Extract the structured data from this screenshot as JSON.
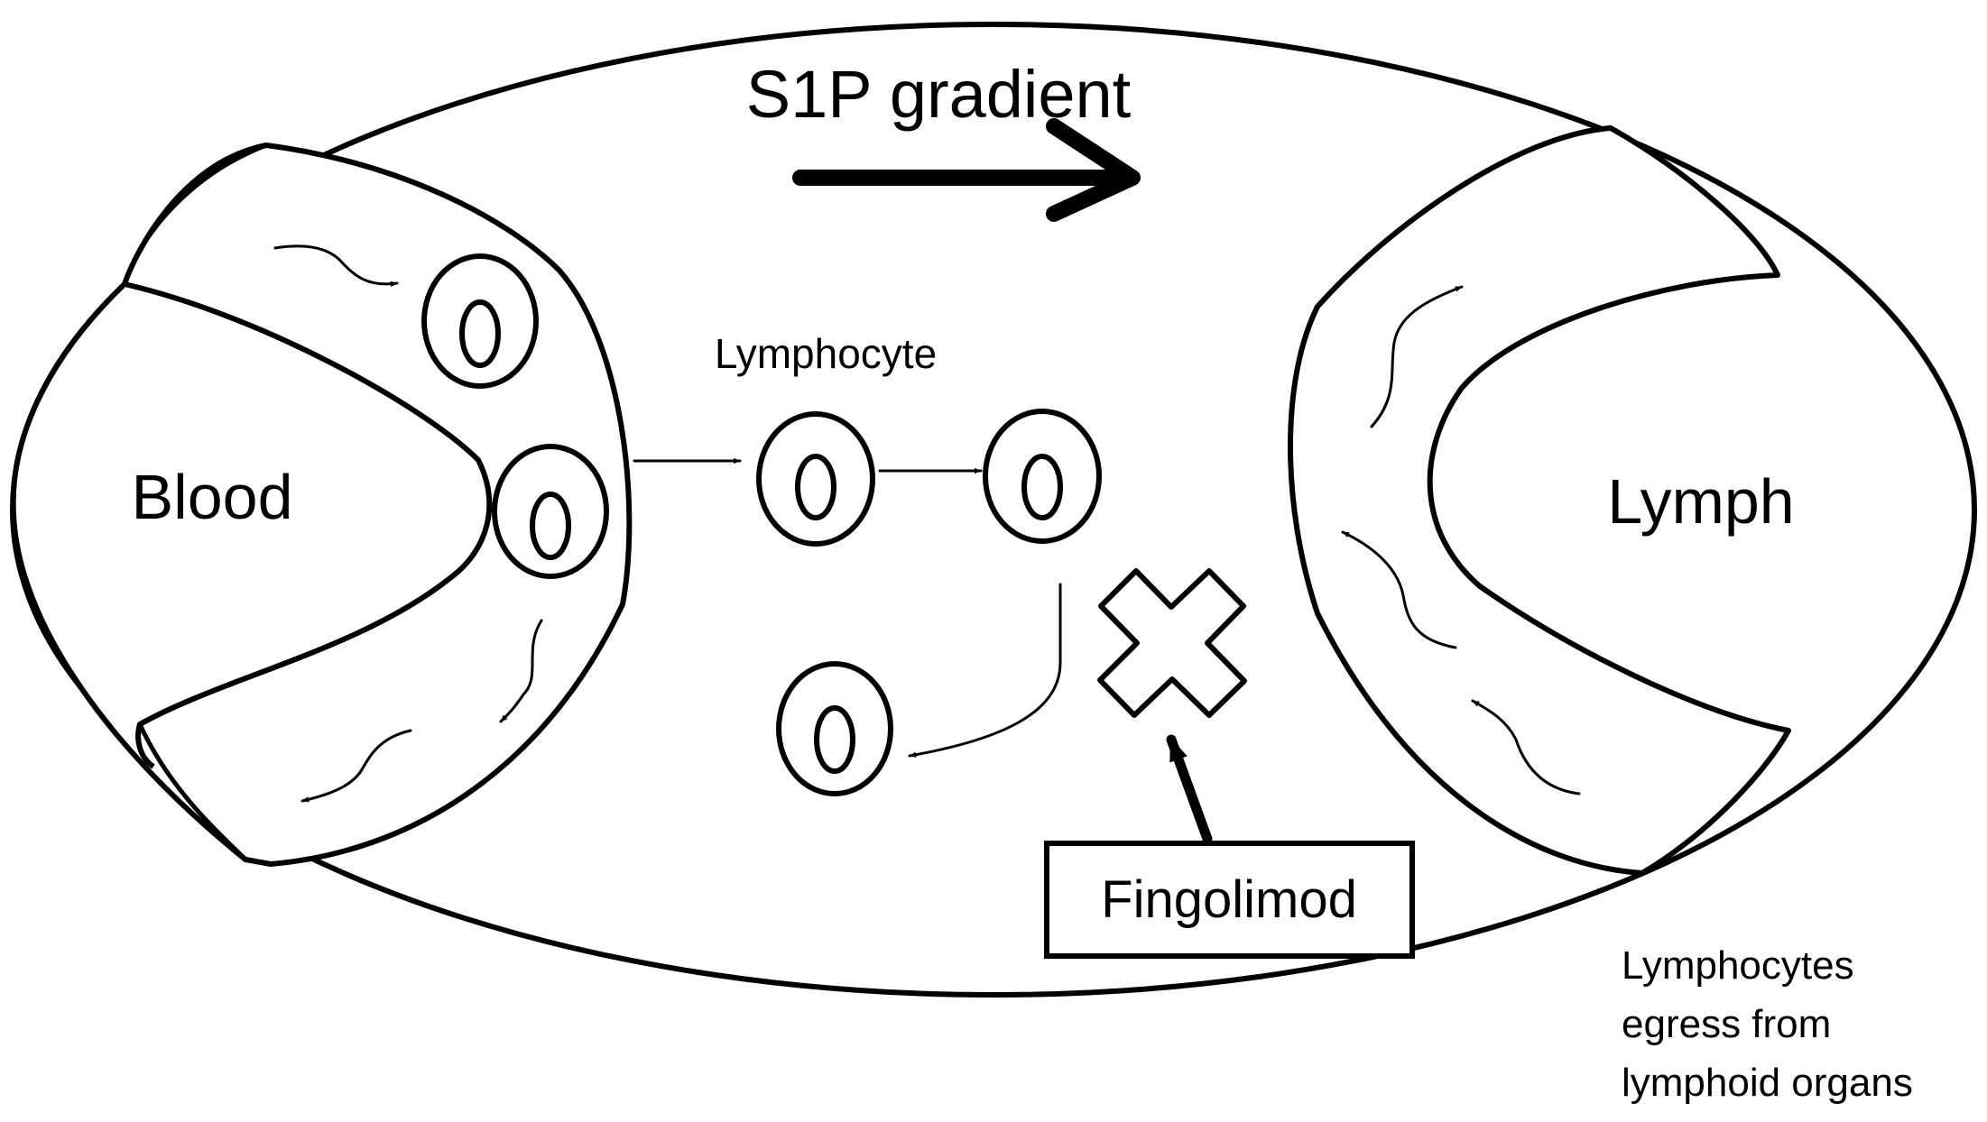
{
  "labels": {
    "gradient": "S1P gradient",
    "blood": "Blood",
    "lymph": "Lymph",
    "lymphocyte": "Lymphocyte",
    "drug": "Fingolimod",
    "caption_line1": "Lymphocytes",
    "caption_line2": "egress from",
    "caption_line3": "lymphoid organs"
  },
  "icons": {
    "blocker": "cross-icon",
    "cell": "lymphocyte-cell-icon"
  },
  "colors": {
    "ink": "#000000",
    "background": "#ffffff"
  }
}
